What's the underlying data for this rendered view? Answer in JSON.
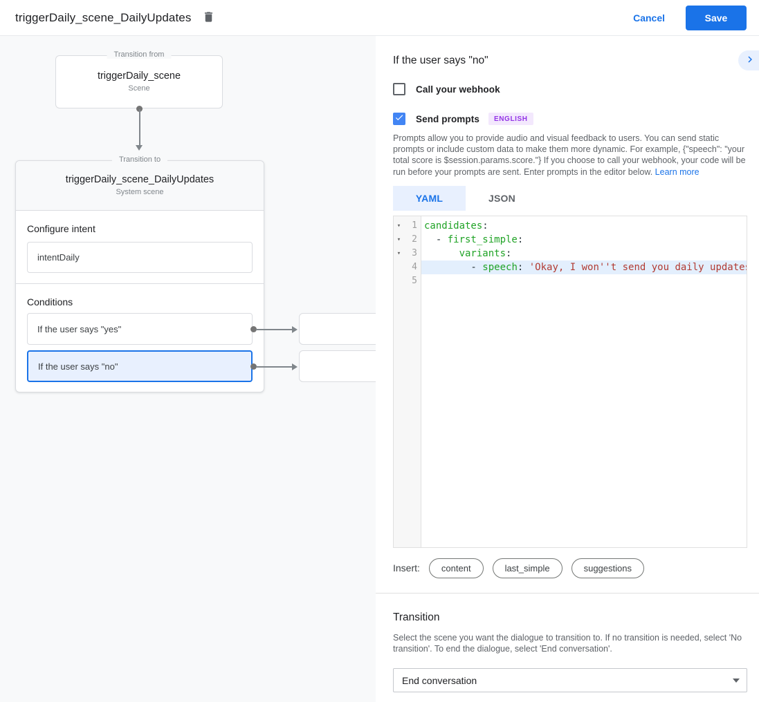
{
  "colors": {
    "accent_blue": "#1a73e8",
    "selection_blue_bg": "#e8f0fe",
    "badge_purple_text": "#9334e6",
    "badge_purple_bg": "#f3e8fd",
    "code_key_green": "#20a326",
    "code_string_red": "#b23b32",
    "active_line_bg": "#e3effd",
    "diagram_bg": "#f8f9fa"
  },
  "header": {
    "title": "triggerDaily_scene_DailyUpdates",
    "delete_icon": "trash-icon",
    "cancel_label": "Cancel",
    "save_label": "Save"
  },
  "diagram": {
    "from_box": {
      "legend": "Transition from",
      "title": "triggerDaily_scene",
      "subtitle": "Scene"
    },
    "to_box": {
      "legend": "Transition to",
      "title": "triggerDaily_scene_DailyUpdates",
      "subtitle": "System scene",
      "configure_intent_label": "Configure intent",
      "intent_value": "intentDaily",
      "conditions_label": "Conditions",
      "conditions": [
        {
          "label": "If the user says \"yes\"",
          "selected": false
        },
        {
          "label": "If the user says \"no\"",
          "selected": true
        }
      ]
    }
  },
  "panel": {
    "title": "If the user says \"no\"",
    "collapse_icon": "chevron-right-icon",
    "webhook_checkbox": {
      "label": "Call your webhook",
      "checked": false
    },
    "prompts_checkbox": {
      "label": "Send prompts",
      "checked": true
    },
    "language_badge": "ENGLISH",
    "description": "Prompts allow you to provide audio and visual feedback to users. You can send static prompts or include custom data to make them more dynamic. For example, {\"speech\": \"your total score is $session.params.score.\"} If you choose to call your webhook, your code will be run before your prompts are sent. Enter prompts in the editor below. ",
    "learn_more_label": "Learn more",
    "tabs": [
      {
        "label": "YAML",
        "active": true
      },
      {
        "label": "JSON",
        "active": false
      }
    ],
    "editor": {
      "lines": [
        {
          "n": "1",
          "fold": true,
          "active": false,
          "tokens": [
            {
              "t": "candidates",
              "c": "key"
            },
            {
              "t": ":",
              "c": "plain"
            }
          ]
        },
        {
          "n": "2",
          "fold": true,
          "active": false,
          "tokens": [
            {
              "t": "  - ",
              "c": "plain"
            },
            {
              "t": "first_simple",
              "c": "key"
            },
            {
              "t": ":",
              "c": "plain"
            }
          ]
        },
        {
          "n": "3",
          "fold": true,
          "active": false,
          "tokens": [
            {
              "t": "      ",
              "c": "plain"
            },
            {
              "t": "variants",
              "c": "key"
            },
            {
              "t": ":",
              "c": "plain"
            }
          ]
        },
        {
          "n": "4",
          "fold": false,
          "active": true,
          "tokens": [
            {
              "t": "        - ",
              "c": "plain"
            },
            {
              "t": "speech",
              "c": "key"
            },
            {
              "t": ": ",
              "c": "plain"
            },
            {
              "t": "'Okay, I won''t send you daily updates.'",
              "c": "string"
            }
          ]
        },
        {
          "n": "5",
          "fold": false,
          "active": false,
          "tokens": []
        }
      ]
    },
    "insert_label": "Insert:",
    "insert_chips": [
      "content",
      "last_simple",
      "suggestions"
    ],
    "transition": {
      "title": "Transition",
      "description": "Select the scene you want the dialogue to transition to. If no transition is needed, select 'No transition'. To end the dialogue, select 'End conversation'.",
      "dropdown_value": "End conversation"
    }
  }
}
